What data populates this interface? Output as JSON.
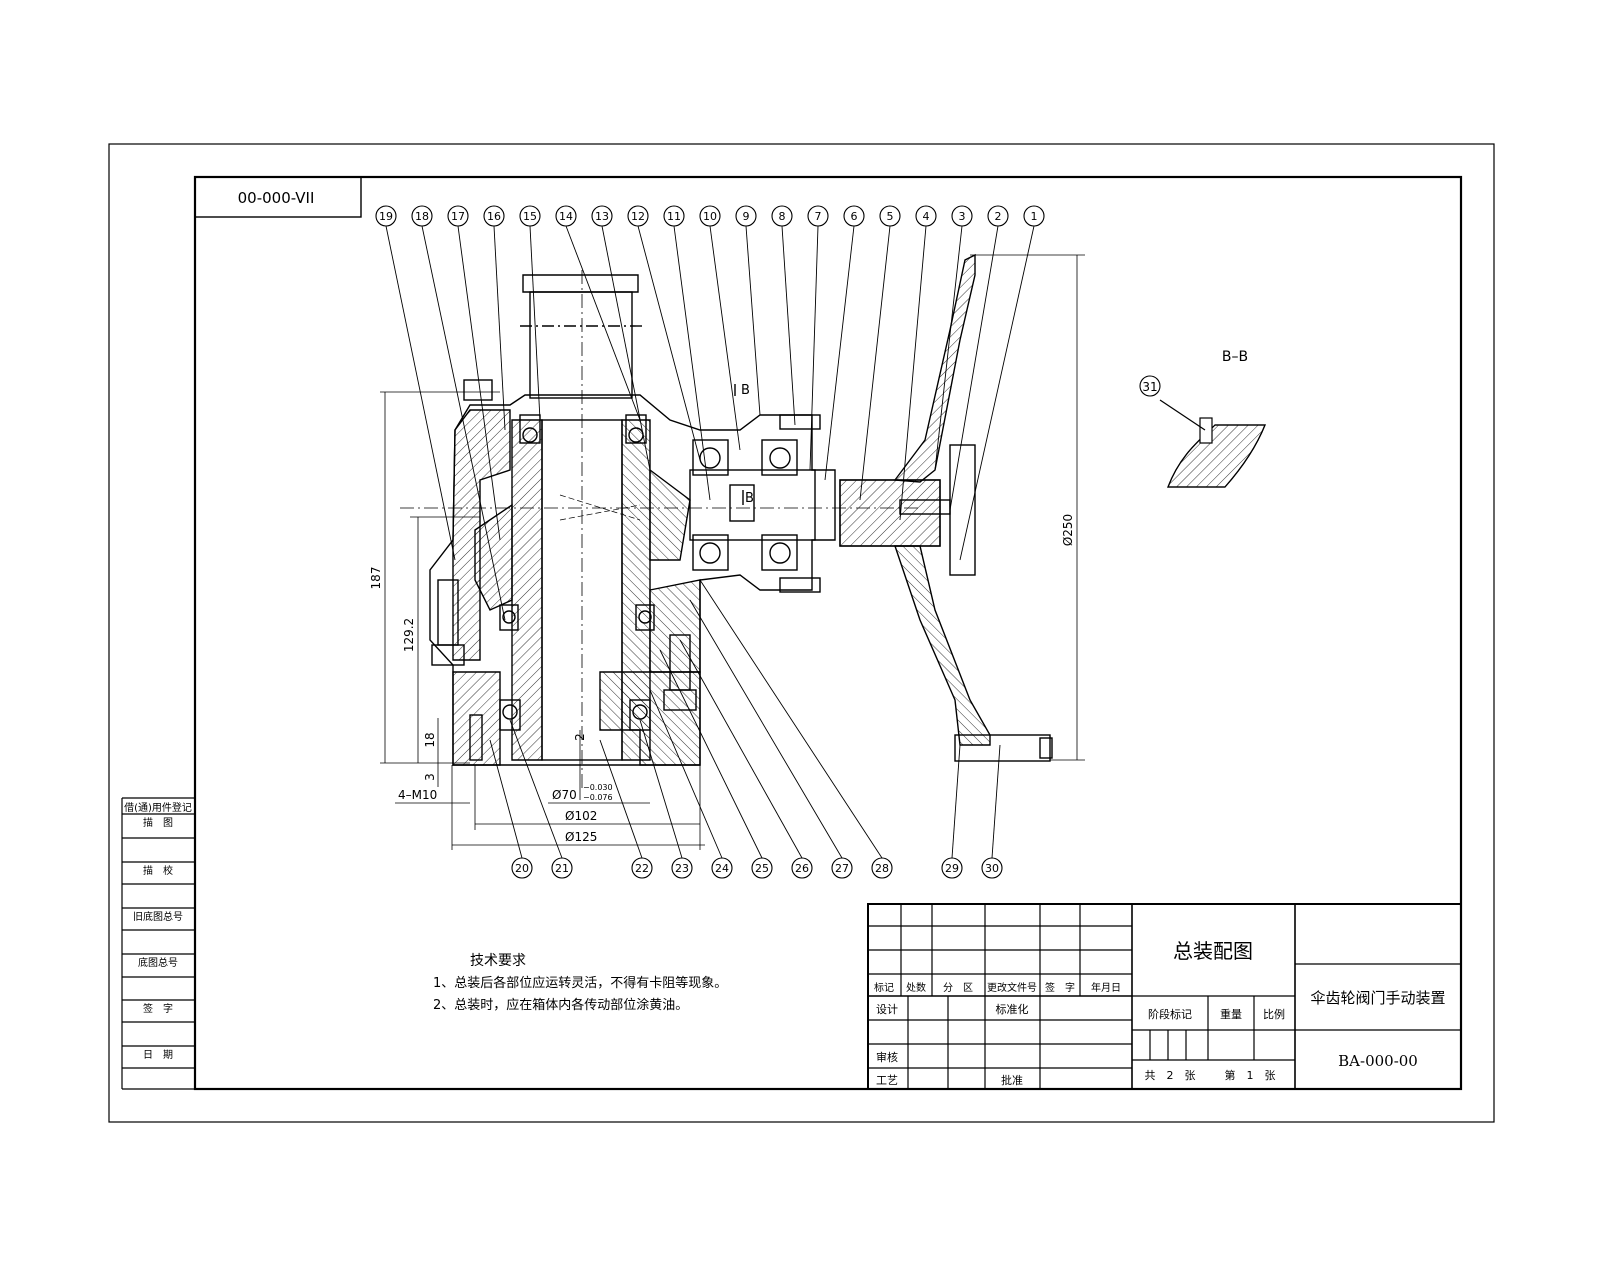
{
  "drawing_code_mirrored": "00-000-VII",
  "balloons": [
    "19",
    "18",
    "17",
    "16",
    "15",
    "14",
    "13",
    "12",
    "11",
    "10",
    "9",
    "8",
    "7",
    "6",
    "5",
    "4",
    "3",
    "2",
    "1"
  ],
  "bottom_balloons": [
    "20",
    "21",
    "22",
    "23",
    "24",
    "25",
    "26",
    "27",
    "28",
    "29",
    "30"
  ],
  "section_balloon": "31",
  "section_label": "B–B",
  "section_marks": [
    "B",
    "B"
  ],
  "dimensions": {
    "d250": "Ø250",
    "h187": "187",
    "h129": "129.2",
    "h18": "18",
    "h3": "3",
    "h2": "2",
    "m10": "4–M10",
    "d70": "Ø70",
    "d70_upper": "−0.030",
    "d70_lower": "−0.076",
    "d102": "Ø102",
    "d125": "Ø125"
  },
  "tech": {
    "title": "技术要求",
    "line1": "1、总装后各部位应运转灵活，不得有卡阻等现象。",
    "line2": "2、总装时，应在箱体内各传动部位涂黄油。"
  },
  "left_strip": [
    "借(通)用件登记",
    "描　图",
    "描　校",
    "旧底图总号",
    "底图总号",
    "签　字",
    "日　期"
  ],
  "title_block": {
    "drawing_name": "总装配图",
    "part_name": "伞齿轮阀门手动装置",
    "drawing_no": "BA-000-00",
    "rev_headers": [
      "标记",
      "处数",
      "分　区",
      "更改文件号",
      "签　字",
      "年月日"
    ],
    "design": "设计",
    "standardization": "标准化",
    "review": "审核",
    "process": "工艺",
    "approve": "批准",
    "stage_mark": "阶段标记",
    "weight": "重量",
    "scale": "比例",
    "sheets_total": "共　2　张",
    "sheet_no": "第　1　张"
  }
}
